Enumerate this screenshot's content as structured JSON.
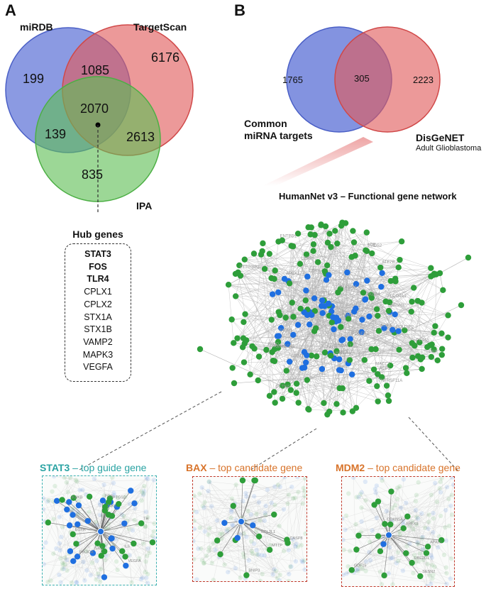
{
  "panel_a": {
    "letter": "A",
    "sets": [
      {
        "label": "miRDB",
        "color": "#5a6fd6"
      },
      {
        "label": "TargetScan",
        "color": "#e05a5a"
      },
      {
        "label": "IPA",
        "color": "#5fbf55"
      }
    ],
    "regions": {
      "mirdb_only": "199",
      "targetscan_only": "6176",
      "ipa_only": "835",
      "mirdb_targetscan": "1085",
      "mirdb_ipa": "139",
      "targetscan_ipa": "2613",
      "all_three": "2070"
    },
    "hub_genes": {
      "title": "Hub genes",
      "genes": [
        {
          "name": "STAT3",
          "bold": true
        },
        {
          "name": "FOS",
          "bold": true
        },
        {
          "name": "TLR4",
          "bold": true
        },
        {
          "name": "CPLX1",
          "bold": false
        },
        {
          "name": "CPLX2",
          "bold": false
        },
        {
          "name": "STX1A",
          "bold": false
        },
        {
          "name": "STX1B",
          "bold": false
        },
        {
          "name": "VAMP2",
          "bold": false
        },
        {
          "name": "MAPK3",
          "bold": false
        },
        {
          "name": "VEGFA",
          "bold": false
        }
      ]
    }
  },
  "panel_b": {
    "letter": "B",
    "left_only": "1765",
    "overlap": "305",
    "right_only": "2223",
    "left_label": [
      "Common",
      "miRNA targets"
    ],
    "right_label": "DisGeNET",
    "right_sublabel": "Adult Glioblastoma",
    "left_color": "#5a6fd6",
    "right_color": "#e05a5a"
  },
  "network": {
    "title": "HumanNet v3 – Functional gene network",
    "node_green": "#2e9e3a",
    "node_blue": "#1f6fe0",
    "edge_color": "#b0b0b0",
    "gene_labels": [
      "PTTG1IP3",
      "SLCO4A1",
      "SOAT1",
      "TNFRSF11A",
      "FKBP4",
      "PRRT2",
      "CD9N",
      "ENTPD1",
      "LEPR",
      "PDGFRB",
      "FADD",
      "ACP1",
      "PEA15",
      "POLDIP2",
      "DCTN4",
      "HMMR",
      "ATF7B",
      "AGPS",
      "ST8SIA4",
      "MACC1",
      "STIM1",
      "APEX1",
      "FA2H",
      "HMGA1",
      "ACE",
      "TACR1",
      "TBPEP",
      "SESN2",
      "AMMECR1",
      "PADS2"
    ]
  },
  "subnets": [
    {
      "gene": "STAT3",
      "suffix": " – top guide gene",
      "color": "#2aa3a3"
    },
    {
      "gene": "BAX",
      "suffix": " – top candidate gene",
      "color": "#d8732a"
    },
    {
      "gene": "MDM2",
      "suffix": " – top candidate gene",
      "color": "#d8732a"
    }
  ],
  "subnet_box_colors": [
    "#3bb0b0",
    "#c0392b",
    "#c0392b"
  ],
  "subnet_labels": [
    [
      "TH",
      "PTGS2",
      "FOS",
      "PIK3CA",
      "IKBKB",
      "VEGFA",
      "SRC",
      "JAK1",
      "IL6",
      "EGFR"
    ],
    [
      "MTTP",
      "SESN1",
      "BNIP3",
      "BAD",
      "BCL2L1",
      "CASP8"
    ],
    [
      "CDKN1A",
      "APAF1",
      "APEX1",
      "SESN2",
      "GDF15",
      "UBE2D1",
      "TP53"
    ]
  ]
}
